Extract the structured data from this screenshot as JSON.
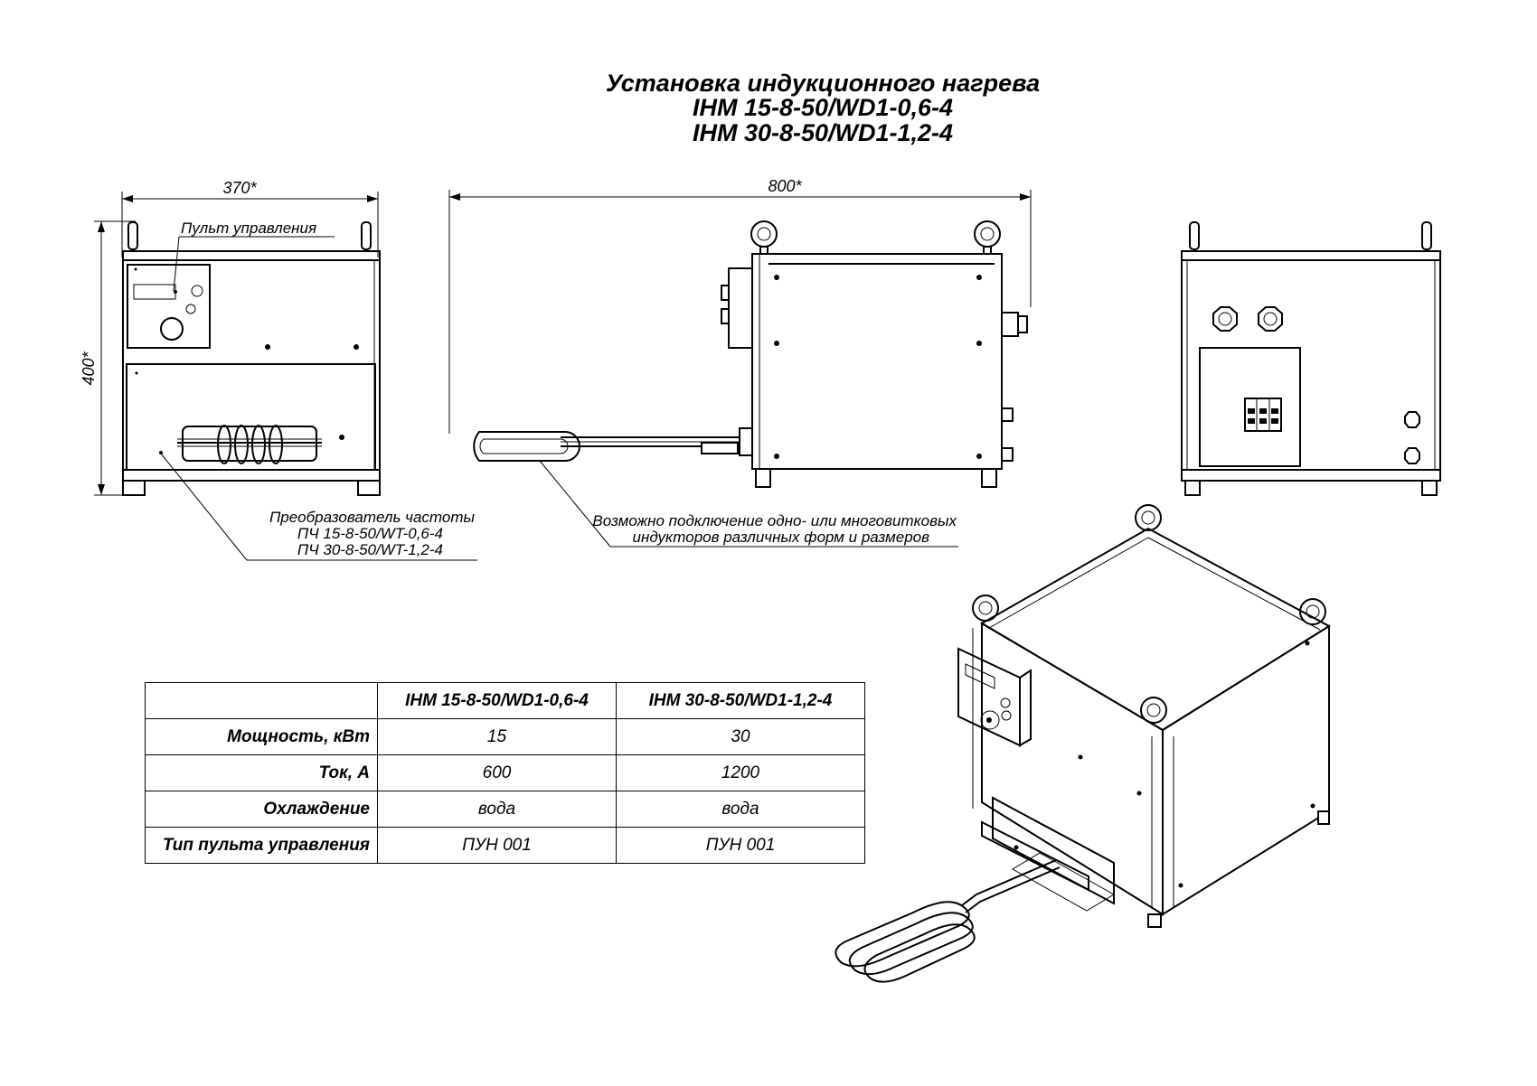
{
  "title": {
    "line1": "Установка индукционного нагрева",
    "line2": "ІНМ 15-8-50/WD1-0,6-4",
    "line3": "ІНМ 30-8-50/WD1-1,2-4"
  },
  "dimensions": {
    "front_width": "370*",
    "front_height": "400*",
    "side_length": "800*"
  },
  "callouts": {
    "control_panel": "Пульт управления",
    "converter_line1": "Преобразователь частоты",
    "converter_line2": "ПЧ 15-8-50/WT-0,6-4",
    "converter_line3": "ПЧ 30-8-50/WT-1,2-4",
    "inductor_line1": "Возможно подключение одно- или многовитковых",
    "inductor_line2": "индукторов различных форм и размеров"
  },
  "table": {
    "headers": [
      "",
      "ІНМ 15-8-50/WD1-0,6-4",
      "ІНМ 30-8-50/WD1-1,2-4"
    ],
    "rows": [
      {
        "label": "Мощность, кВт",
        "v1": "15",
        "v2": "30"
      },
      {
        "label": "Ток, А",
        "v1": "600",
        "v2": "1200"
      },
      {
        "label": "Охлаждение",
        "v1": "вода",
        "v2": "вода"
      },
      {
        "label": "Тип пульта управления",
        "v1": "ПУН 001",
        "v2": "ПУН 001"
      }
    ]
  }
}
